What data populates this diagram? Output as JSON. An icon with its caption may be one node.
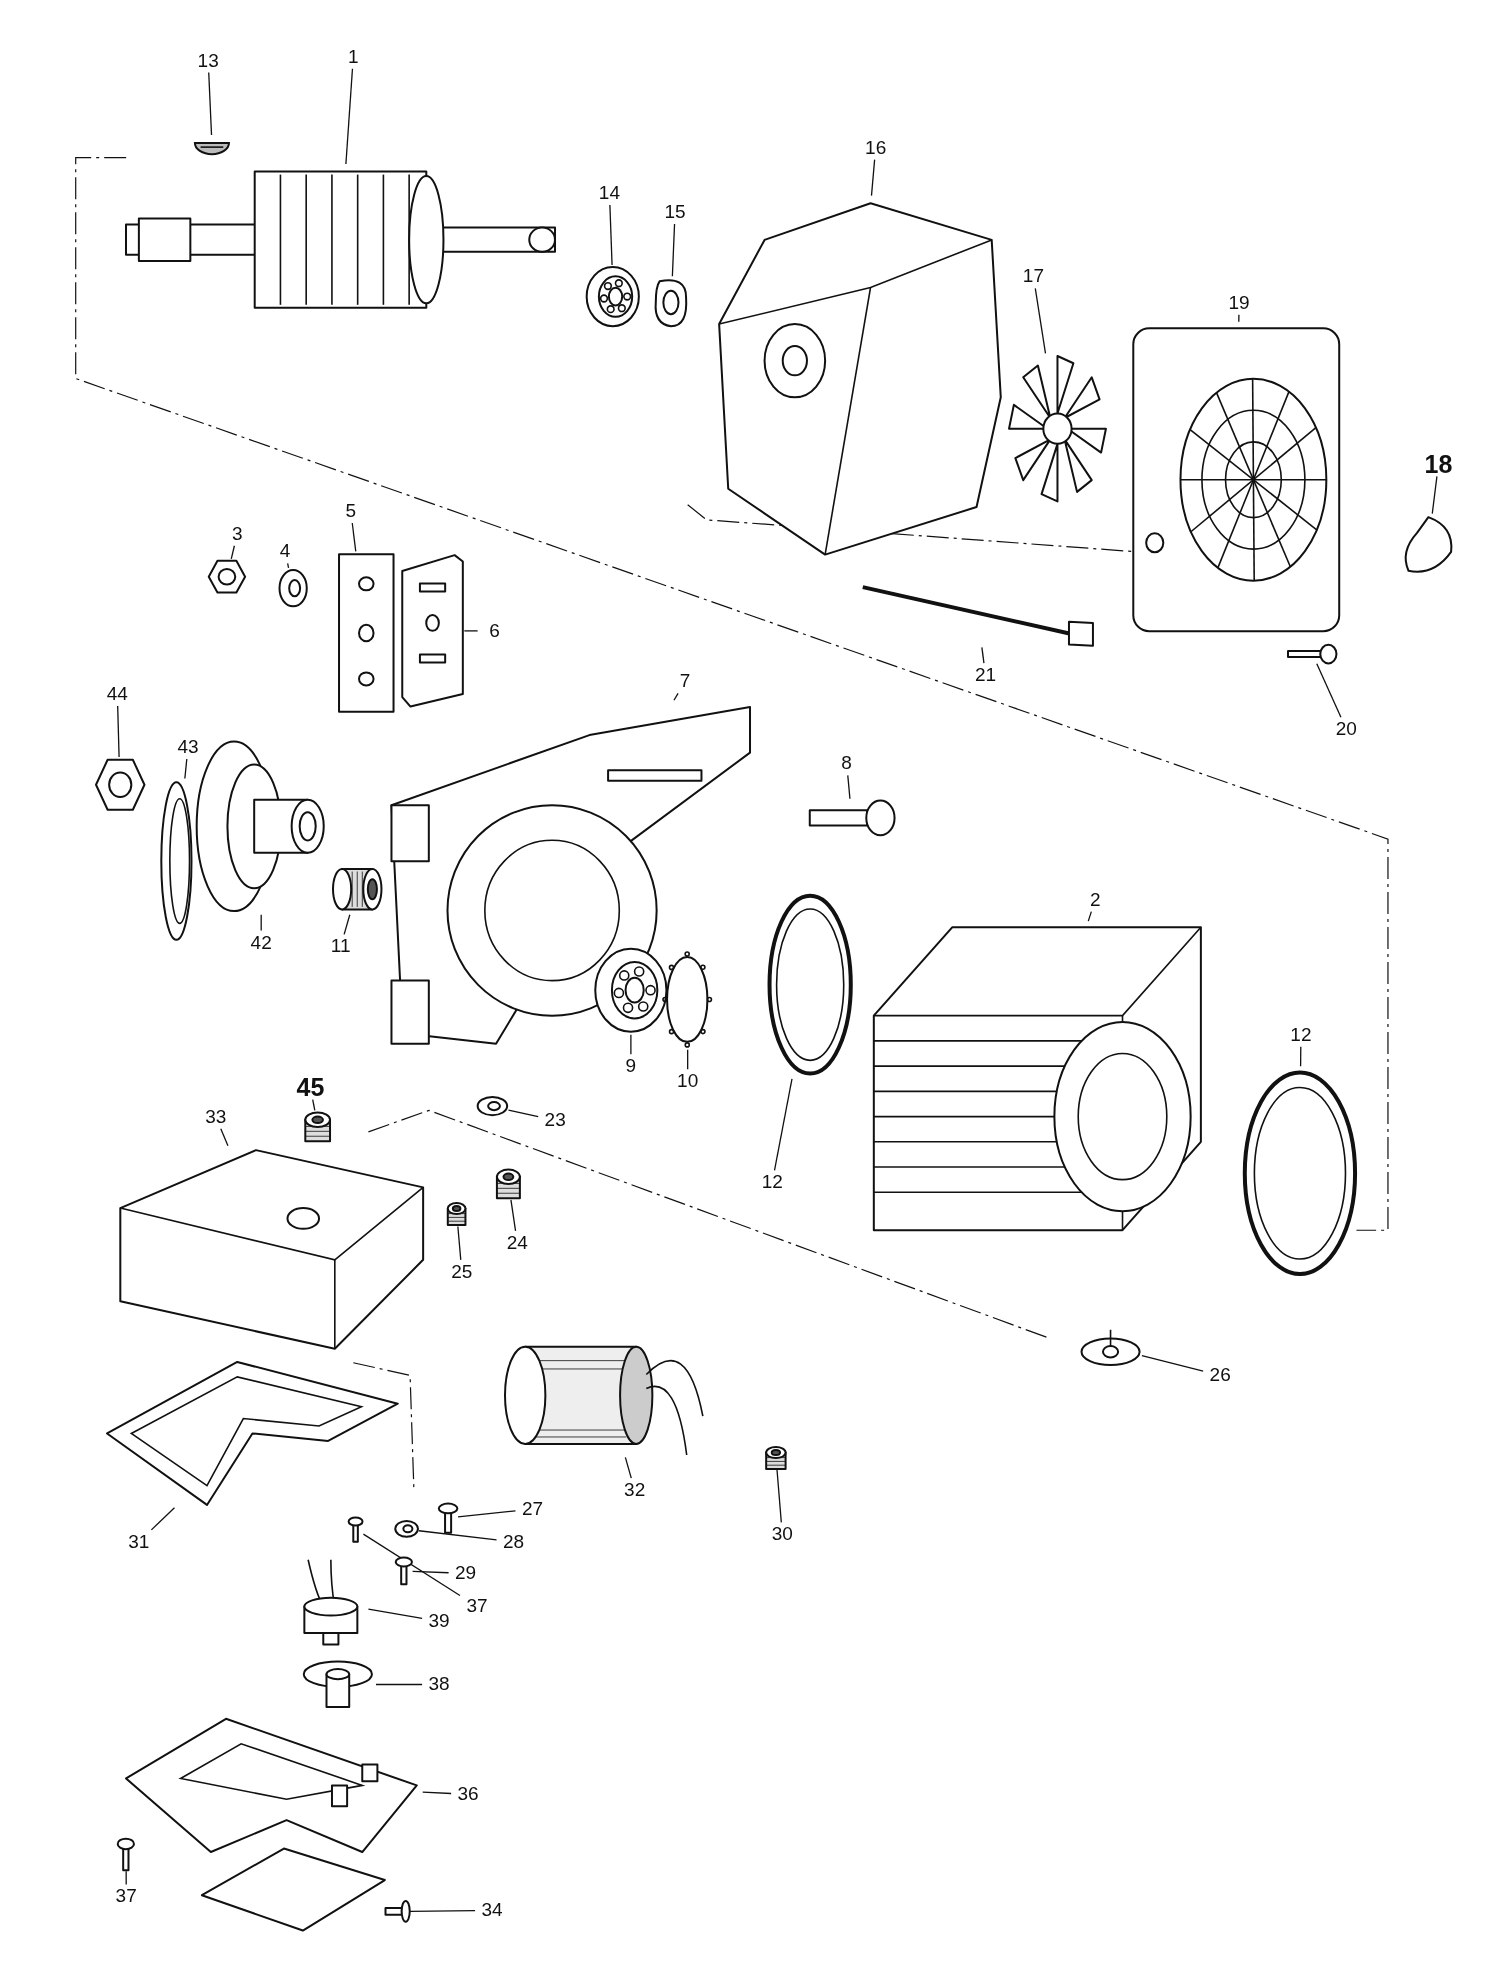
{
  "diagram": {
    "nodes": [
      {
        "text": [
          "13"
        ]
      },
      {
        "text": [],
        "shape": "picture"
      },
      {
        "text": [
          "1"
        ]
      },
      {
        "text": [],
        "shape": "picture"
      },
      {
        "text": [
          "16"
        ]
      },
      {
        "text": [],
        "shape": "picture"
      },
      {
        "text": [
          "14"
        ]
      },
      {
        "text": [],
        "shape": "picture"
      },
      {
        "text": [
          "15"
        ]
      },
      {
        "text": [],
        "shape": "picture"
      },
      {
        "text": [
          "17"
        ]
      },
      {
        "text": [],
        "shape": "picture"
      },
      {
        "text": [
          "19"
        ]
      },
      {
        "text": [],
        "shape": "picture"
      },
      {
        "text": [
          "18"
        ]
      },
      {
        "text": [],
        "shape": "picture"
      },
      {
        "text": [
          "3"
        ]
      },
      {
        "text": [],
        "shape": "picture"
      },
      {
        "text": [
          "4"
        ]
      },
      {
        "text": [],
        "shape": "picture"
      },
      {
        "text": [
          "5"
        ]
      },
      {
        "text": [],
        "shape": "picture"
      },
      {
        "text": [
          "6"
        ]
      },
      {
        "text": [],
        "shape": "picture"
      },
      {
        "text": [
          "44"
        ]
      },
      {
        "text": [],
        "shape": "picture"
      },
      {
        "text": [
          "43"
        ]
      },
      {
        "text": [],
        "shape": "picture"
      },
      {
        "text": [
          "7"
        ]
      },
      {
        "text": [],
        "shape": "picture"
      },
      {
        "text": [
          "8"
        ]
      },
      {
        "text": [],
        "shape": "picture"
      },
      {
        "text": [
          "21"
        ]
      },
      {
        "text": [],
        "shape": "picture"
      },
      {
        "text": [
          "20"
        ]
      },
      {
        "text": [],
        "shape": "picture"
      },
      {
        "text": [
          "42"
        ]
      },
      {
        "text": [],
        "shape": "picture"
      },
      {
        "text": [
          "11"
        ]
      },
      {
        "text": [],
        "shape": "picture"
      },
      {
        "text": [
          "2"
        ]
      },
      {
        "text": [],
        "shape": "picture"
      },
      {
        "text": [
          "12"
        ]
      },
      {
        "text": [],
        "shape": "picture"
      },
      {
        "text": [
          "9"
        ]
      },
      {
        "text": [],
        "shape": "picture"
      },
      {
        "text": [
          "10"
        ]
      },
      {
        "text": [],
        "shape": "picture"
      },
      {
        "text": [
          "12"
        ]
      },
      {
        "text": [],
        "shape": "picture"
      },
      {
        "text": [
          "45"
        ]
      },
      {
        "text": [],
        "shape": "picture"
      },
      {
        "text": [
          "23"
        ]
      },
      {
        "text": [],
        "shape": "picture"
      },
      {
        "text": [
          "33"
        ]
      },
      {
        "text": [],
        "shape": "picture"
      },
      {
        "text": [
          "24"
        ]
      },
      {
        "text": [],
        "shape": "picture"
      },
      {
        "text": [
          "25"
        ]
      },
      {
        "text": [],
        "shape": "picture"
      },
      {
        "text": [
          "26"
        ]
      },
      {
        "text": [],
        "shape": "picture"
      },
      {
        "text": [
          "32"
        ]
      },
      {
        "text": [],
        "shape": "picture"
      },
      {
        "text": [
          "31"
        ]
      },
      {
        "text": [],
        "shape": "picture"
      },
      {
        "text": [
          "27"
        ]
      },
      {
        "text": [],
        "shape": "picture"
      },
      {
        "text": [
          "28"
        ]
      },
      {
        "text": [],
        "shape": "picture"
      },
      {
        "text": [
          "30"
        ]
      },
      {
        "text": [],
        "shape": "picture"
      },
      {
        "text": [
          "29"
        ]
      },
      {
        "text": [],
        "shape": "picture"
      },
      {
        "text": [
          "37"
        ]
      },
      {
        "text": [],
        "shape": "picture"
      },
      {
        "text": [
          "39"
        ]
      },
      {
        "text": [],
        "shape": "picture"
      },
      {
        "text": [
          "38"
        ]
      },
      {
        "text": [],
        "shape": "picture"
      },
      {
        "text": [
          "36"
        ]
      },
      {
        "text": [],
        "shape": "picture"
      },
      {
        "text": [
          "37"
        ]
      },
      {
        "text": [],
        "shape": "picture"
      },
      {
        "text": [
          "34"
        ]
      },
      {
        "text": [],
        "shape": "picture"
      }
    ],
    "edges": [
      {
        "from": 0,
        "to": 1,
        "arrow": "none"
      },
      {
        "from": 2,
        "to": 3,
        "arrow": "none"
      },
      {
        "from": 4,
        "to": 5,
        "arrow": "none"
      },
      {
        "from": 6,
        "to": 7,
        "arrow": "none"
      },
      {
        "from": 8,
        "to": 9,
        "arrow": "none"
      },
      {
        "from": 10,
        "to": 11,
        "arrow": "none"
      },
      {
        "from": 12,
        "to": 13,
        "arrow": "none"
      },
      {
        "from": 14,
        "to": 15,
        "arrow": "none"
      },
      {
        "from": 16,
        "to": 17,
        "arrow": "none"
      },
      {
        "from": 18,
        "to": 19,
        "arrow": "none"
      },
      {
        "from": 20,
        "to": 21,
        "arrow": "none"
      },
      {
        "from": 22,
        "to": 23,
        "arrow": "none"
      },
      {
        "from": 24,
        "to": 25,
        "arrow": "none"
      },
      {
        "from": 26,
        "to": 27,
        "arrow": "none"
      },
      {
        "from": 28,
        "to": 29,
        "arrow": "none"
      },
      {
        "from": 30,
        "to": 31,
        "arrow": "none"
      },
      {
        "from": 32,
        "to": 33,
        "arrow": "none"
      },
      {
        "from": 34,
        "to": 35,
        "arrow": "none"
      },
      {
        "from": 36,
        "to": 37,
        "arrow": "none"
      },
      {
        "from": 38,
        "to": 39,
        "arrow": "none"
      },
      {
        "from": 40,
        "to": 41,
        "arrow": "none"
      },
      {
        "from": 42,
        "to": 43,
        "arrow": "none"
      },
      {
        "from": 44,
        "to": 45,
        "arrow": "none"
      },
      {
        "from": 46,
        "to": 47,
        "arrow": "none"
      },
      {
        "from": 48,
        "to": 49,
        "arrow": "none"
      },
      {
        "from": 50,
        "to": 51,
        "arrow": "none"
      },
      {
        "from": 52,
        "to": 53,
        "arrow": "none"
      },
      {
        "from": 54,
        "to": 55,
        "arrow": "none"
      },
      {
        "from": 56,
        "to": 57,
        "arrow": "none"
      },
      {
        "from": 58,
        "to": 59,
        "arrow": "none"
      },
      {
        "from": 60,
        "to": 61,
        "arrow": "none"
      },
      {
        "from": 62,
        "to": 63,
        "arrow": "none"
      },
      {
        "from": 64,
        "to": 65,
        "arrow": "none"
      },
      {
        "from": 66,
        "to": 67,
        "arrow": "none"
      },
      {
        "from": 68,
        "to": 69,
        "arrow": "none"
      },
      {
        "from": 70,
        "to": 71,
        "arrow": "none"
      },
      {
        "from": 72,
        "to": 73,
        "arrow": "none"
      },
      {
        "from": 74,
        "to": 75,
        "arrow": "none"
      },
      {
        "from": 76,
        "to": 77,
        "arrow": "none"
      },
      {
        "from": 78,
        "to": 79,
        "arrow": "none"
      },
      {
        "from": 80,
        "to": 81,
        "arrow": "none"
      },
      {
        "from": 82,
        "to": 83,
        "arrow": "none"
      },
      {
        "from": 84,
        "to": 85,
        "arrow": "none"
      }
    ]
  }
}
